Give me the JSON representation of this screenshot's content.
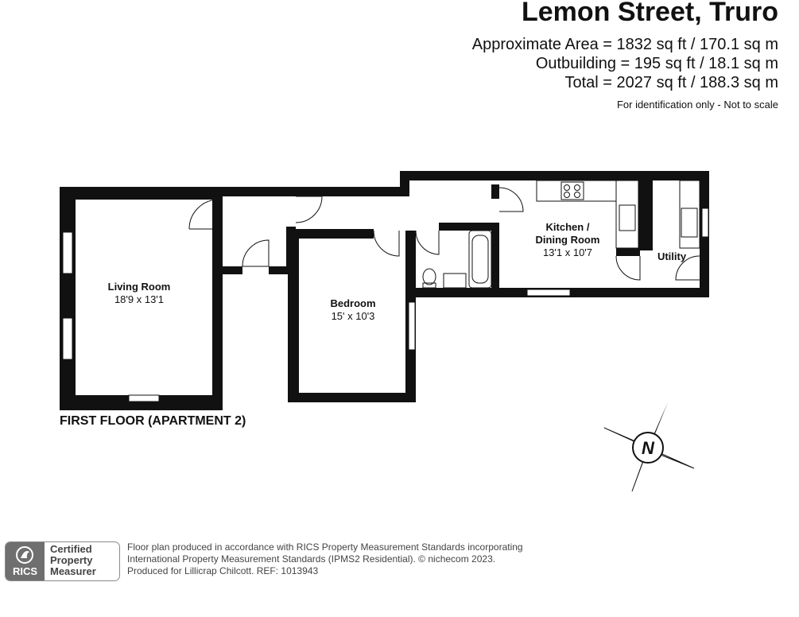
{
  "header": {
    "title": "Lemon Street, Truro",
    "area_lines": [
      "Approximate Area = 1832 sq ft / 170.1 sq m",
      "Outbuilding = 195 sq ft / 18.1 sq m",
      "Total = 2027 sq ft / 188.3 sq m"
    ],
    "disclaimer": "For identification only - Not to scale"
  },
  "rooms": {
    "living": {
      "name": "Living Room",
      "size": "18'9 x 13'1"
    },
    "bedroom": {
      "name": "Bedroom",
      "size": "15' x 10'3"
    },
    "kitchen": {
      "name_line1": "Kitchen /",
      "name_line2": "Dining Room",
      "size": "13'1 x 10'7"
    },
    "utility": {
      "name": "Utility"
    }
  },
  "floor_label": "FIRST FLOOR (APARTMENT 2)",
  "compass": {
    "label": "N"
  },
  "badge": {
    "logo_text": "RICS",
    "lines": [
      "Certified",
      "Property",
      "Measurer"
    ]
  },
  "footer": {
    "lines": [
      "Floor plan produced in accordance with RICS Property Measurement Standards incorporating",
      "International Property Measurement Standards (IPMS2 Residential).   © nichecom 2023.",
      "Produced for Lillicrap Chilcott.   REF: 1013943"
    ]
  },
  "colors": {
    "wall": "#111111",
    "badge_grey": "#6f6f6f",
    "text_grey": "#444444"
  }
}
